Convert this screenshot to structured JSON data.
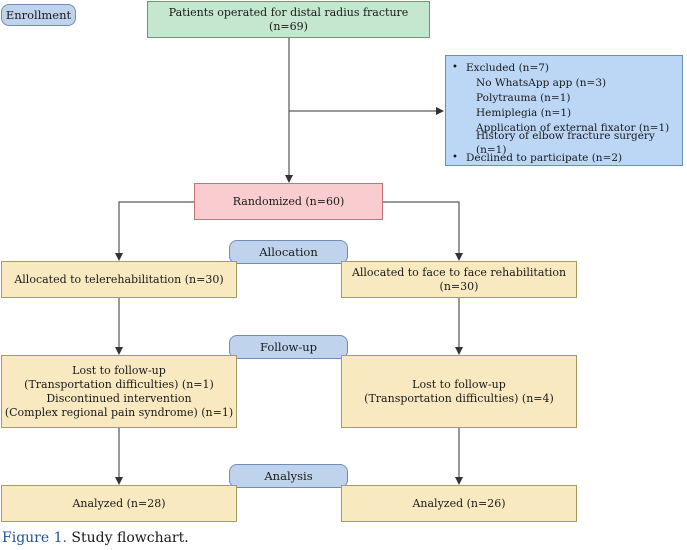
{
  "stages": {
    "enrollment": "Enrollment",
    "allocation": "Allocation",
    "followup": "Follow-up",
    "analysis": "Analysis"
  },
  "enrolled": "Patients operated for distal radius fracture (n=69)",
  "excluded": {
    "heading": "Excluded (n=7)",
    "reasons": [
      "No WhatsApp app (n=3)",
      "Polytrauma (n=1)",
      "Hemiplegia (n=1)",
      "Application of external fixator (n=1)",
      "History of elbow fracture surgery (n=1)"
    ],
    "declined": "Declined to participate (n=2)"
  },
  "randomized": "Randomized (n=60)",
  "arms": [
    {
      "allocated": "Allocated to telerehabilitation (n=30)",
      "followup_lines": [
        "Lost to follow-up",
        "(Transportation difficulties) (n=1)",
        "Discontinued intervention",
        "(Complex regional pain syndrome) (n=1)"
      ],
      "analyzed": "Analyzed (n=28)"
    },
    {
      "allocated": "Allocated to face to face rehabilitation (n=30)",
      "followup_lines": [
        "Lost to follow-up",
        "(Transportation difficulties) (n=4)"
      ],
      "analyzed": "Analyzed (n=26)"
    }
  ],
  "caption": {
    "label": "Figure 1.",
    "text": "Study flowchart."
  },
  "colors": {
    "enrolled_fill": "#c5e6cf",
    "randomized_fill": "#f9cdd0",
    "arm_fill": "#f8e9c1",
    "excluded_fill": "#bcd6f5",
    "stage_fill": "#bfd3ec",
    "caption_label": "#1f4e9c"
  }
}
